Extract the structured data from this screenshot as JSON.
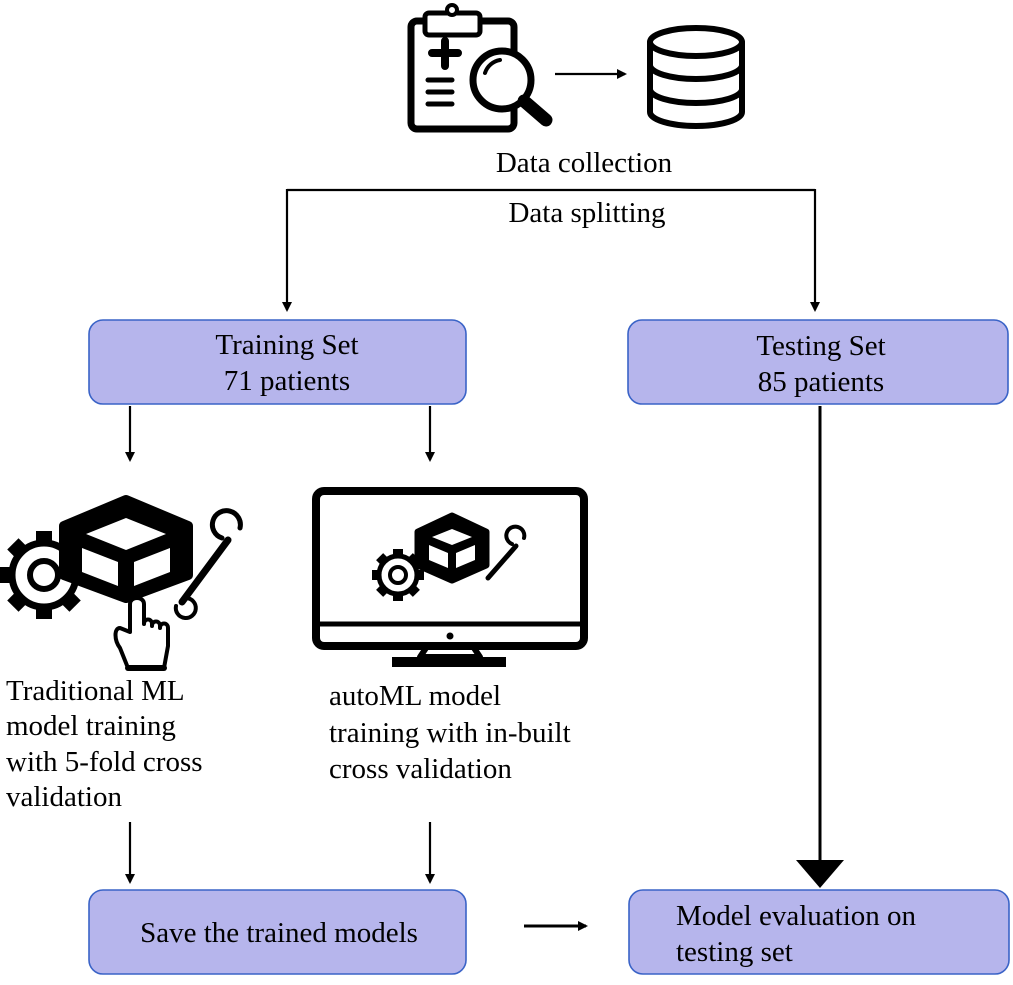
{
  "nodes": {
    "data_collection": "Data collection",
    "data_splitting": "Data splitting",
    "training_set": {
      "line1": "Training Set",
      "line2": "71 patients"
    },
    "testing_set": {
      "line1": "Testing Set",
      "line2": "85 patients"
    },
    "traditional_ml": [
      "Traditional ML",
      "model training",
      "with 5-fold cross",
      "validation"
    ],
    "automl": [
      "autoML model",
      "training with in-built",
      "cross validation"
    ],
    "save_models": "Save the trained models",
    "model_evaluation": [
      "Model evaluation on",
      "testing set"
    ]
  },
  "icons": {
    "clipboard": "medical-clipboard-magnifier-icon",
    "database": "database-icon",
    "traditional_ml": "cube-gear-wrench-hand-icon",
    "automl": "monitor-cube-gear-wrench-icon"
  }
}
